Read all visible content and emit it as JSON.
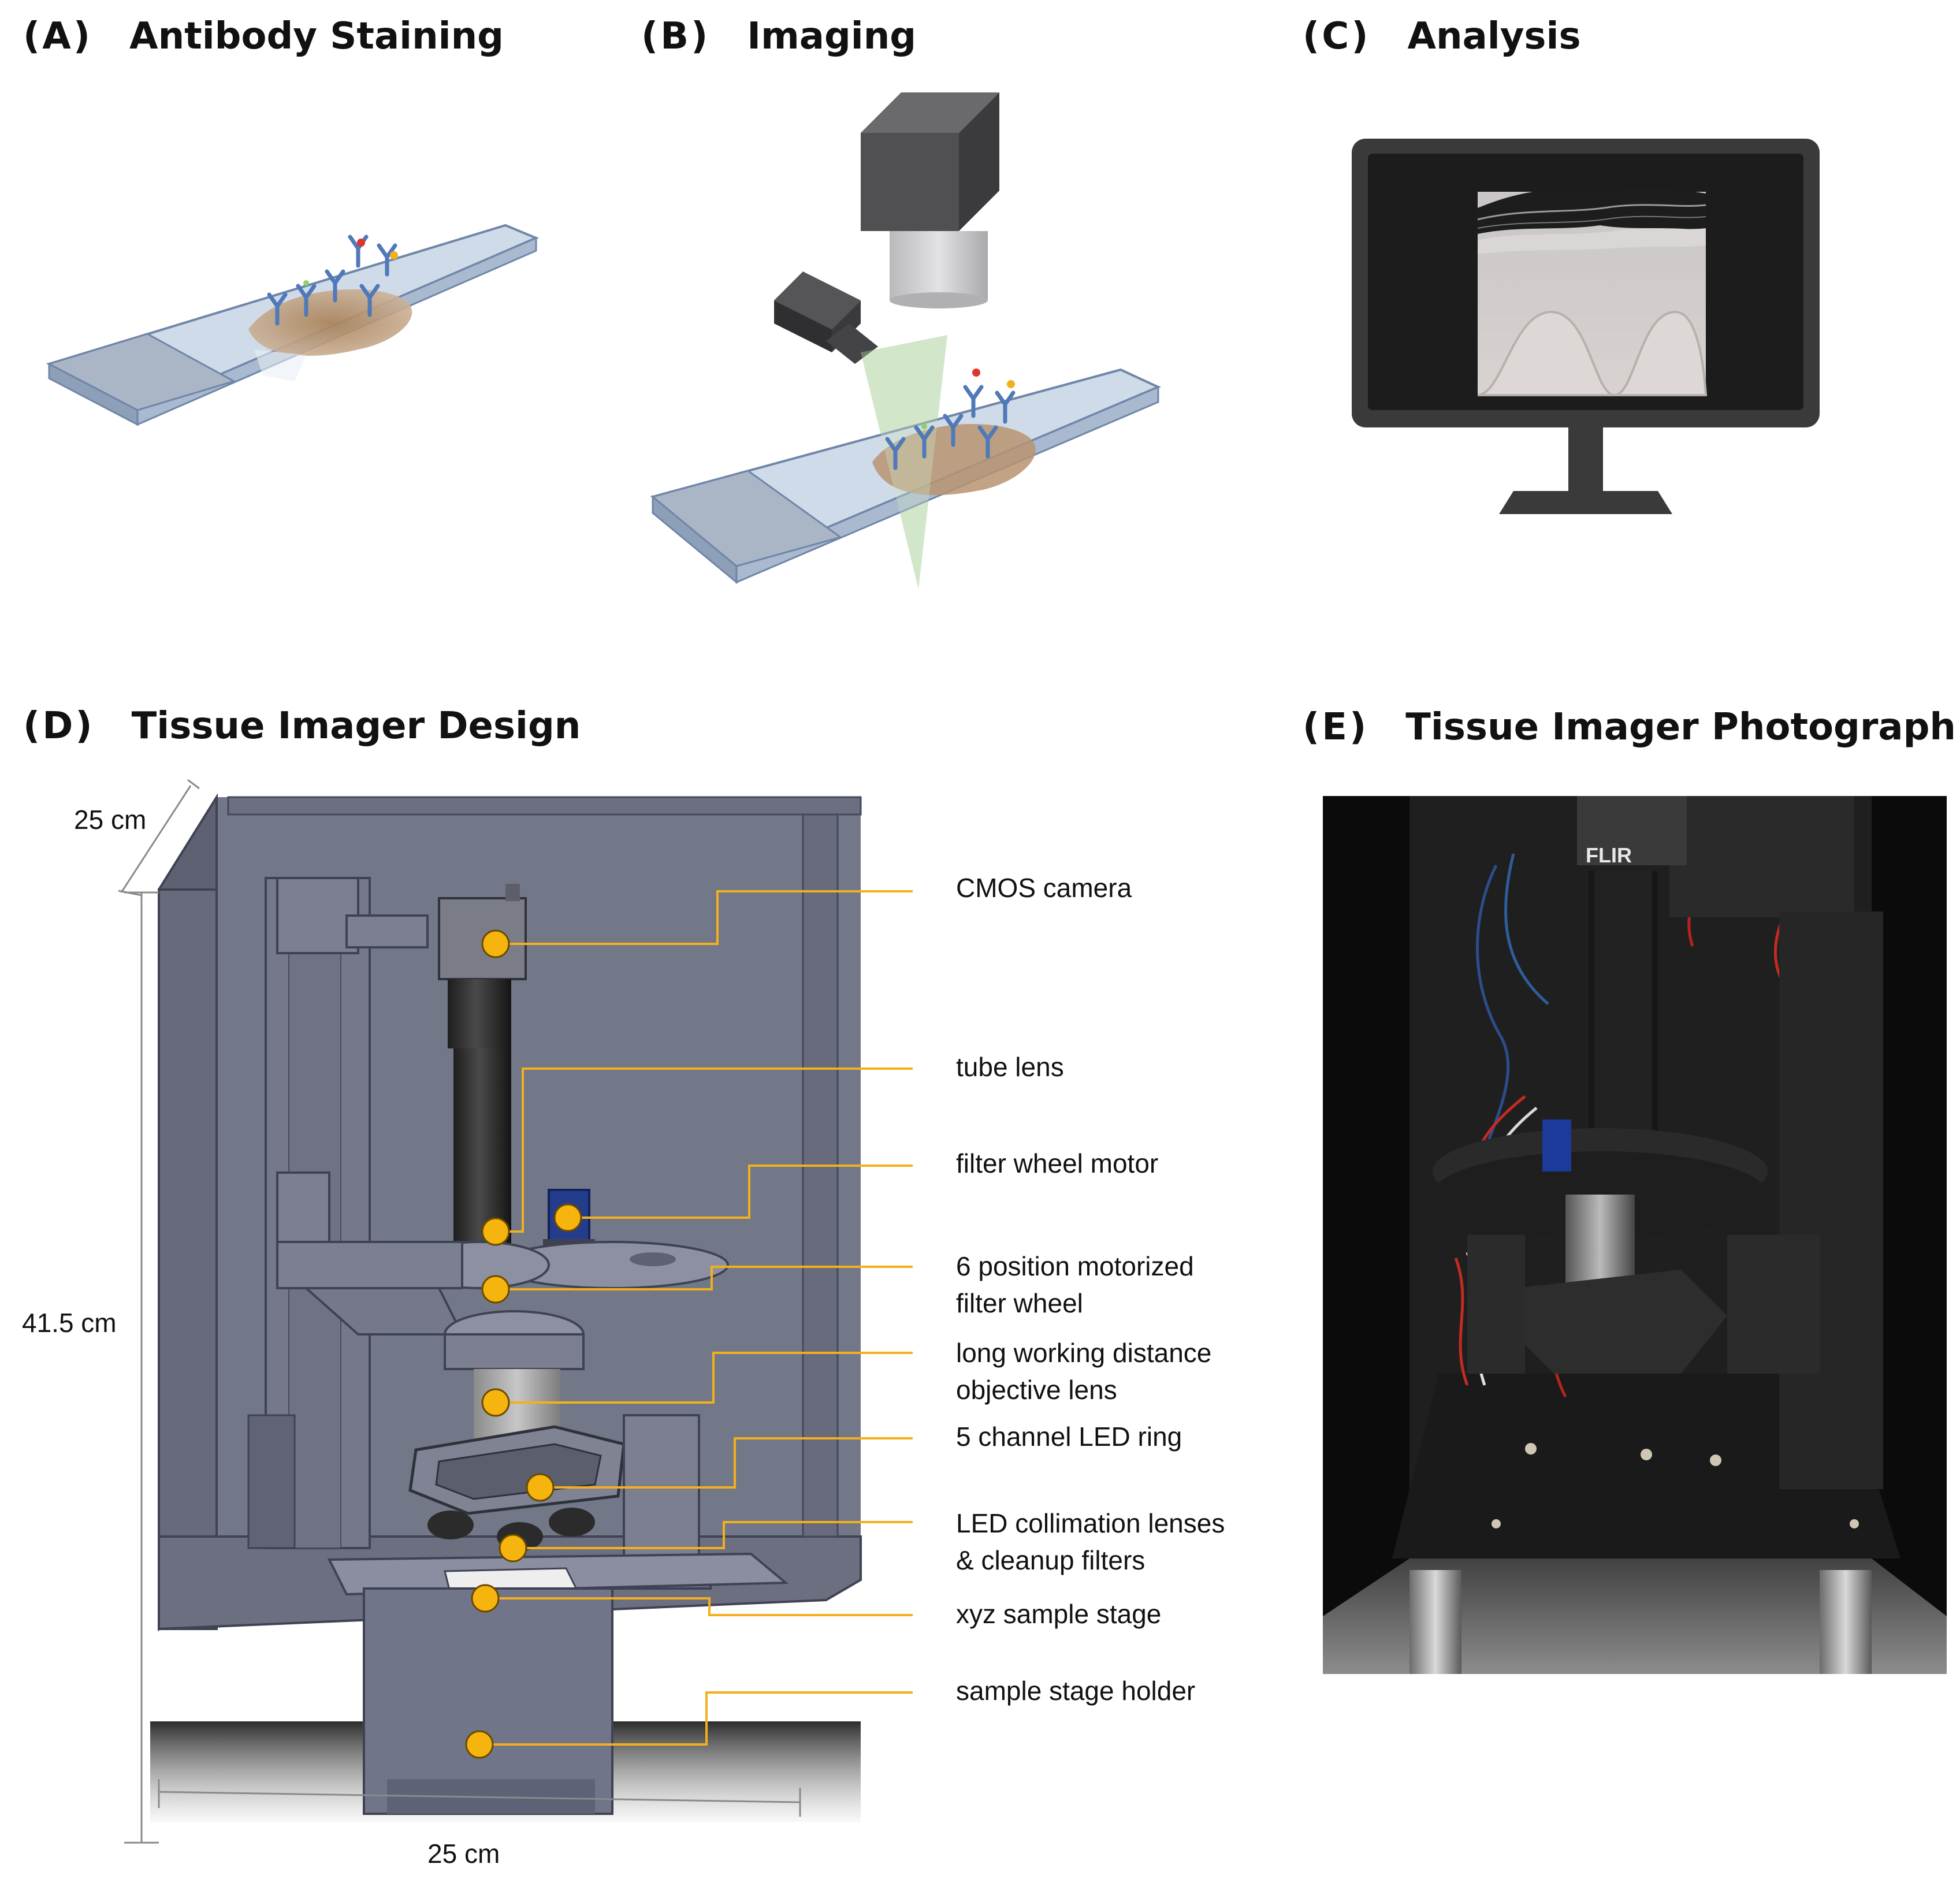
{
  "colors": {
    "callout_line": "#f2b01c",
    "callout_dot": "#f6b50e",
    "instrument_metal": "#5c6072",
    "instrument_panel": "#757a8d",
    "glass_slide": "#c8d6e6",
    "antibody": "#4f79b8",
    "tissue": "#b8946c",
    "light_cone": "#cfe5c4",
    "monitor": "#2a2a2a"
  },
  "panels": {
    "a": {
      "letter": "(A)",
      "title": "Antibody Staining"
    },
    "b": {
      "letter": "(B)",
      "title": "Imaging"
    },
    "c": {
      "letter": "(C)",
      "title": "Analysis"
    },
    "d": {
      "letter": "(D)",
      "title": "Tissue Imager Design"
    },
    "e": {
      "letter": "(E)",
      "title": "Tissue Imager Photograph"
    }
  },
  "design": {
    "dimensions": {
      "depth": "25 cm",
      "height": "41.5 cm",
      "width": "25 cm"
    },
    "callouts": [
      {
        "lines": [
          "CMOS camera"
        ]
      },
      {
        "lines": [
          "tube lens"
        ]
      },
      {
        "lines": [
          "filter wheel motor"
        ]
      },
      {
        "lines": [
          "6 position motorized",
          "filter wheel"
        ]
      },
      {
        "lines": [
          "long working distance",
          "objective lens"
        ]
      },
      {
        "lines": [
          "5 channel LED ring"
        ]
      },
      {
        "lines": [
          "LED collimation lenses",
          "& cleanup filters"
        ]
      },
      {
        "lines": [
          "xyz sample stage"
        ]
      },
      {
        "lines": [
          "sample stage holder"
        ]
      }
    ]
  },
  "photo": {
    "camera_brand": "FLIR"
  }
}
